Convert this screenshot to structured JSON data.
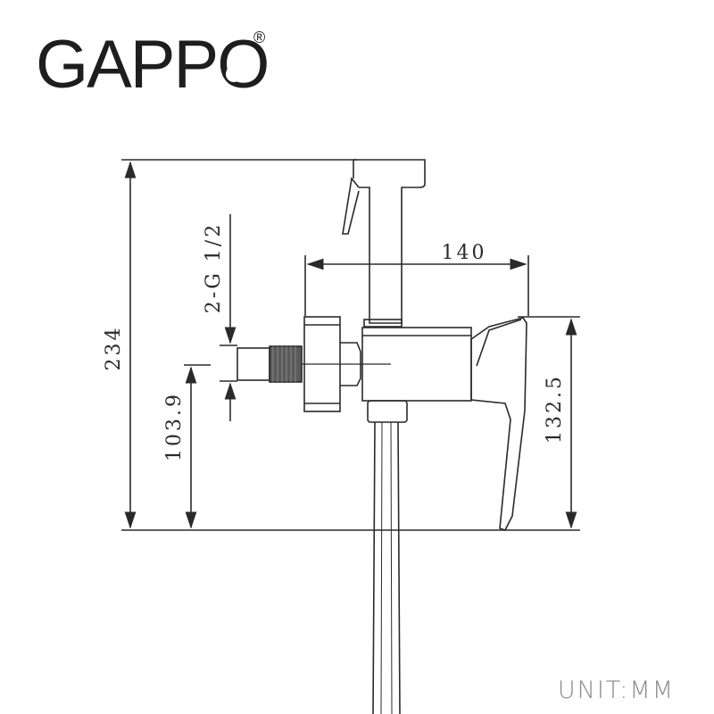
{
  "brand": {
    "name": "GAPPO",
    "registered_mark": "®",
    "color": "#1e1e1e"
  },
  "drawing": {
    "line_color": "#2a2a2a",
    "dimensions": {
      "total_height": "234",
      "depth": "140",
      "connection_height": "103.9",
      "handle_height": "132.5",
      "thread_spec": "2-G 1/2"
    }
  },
  "unit_label": "UNIT:MM"
}
